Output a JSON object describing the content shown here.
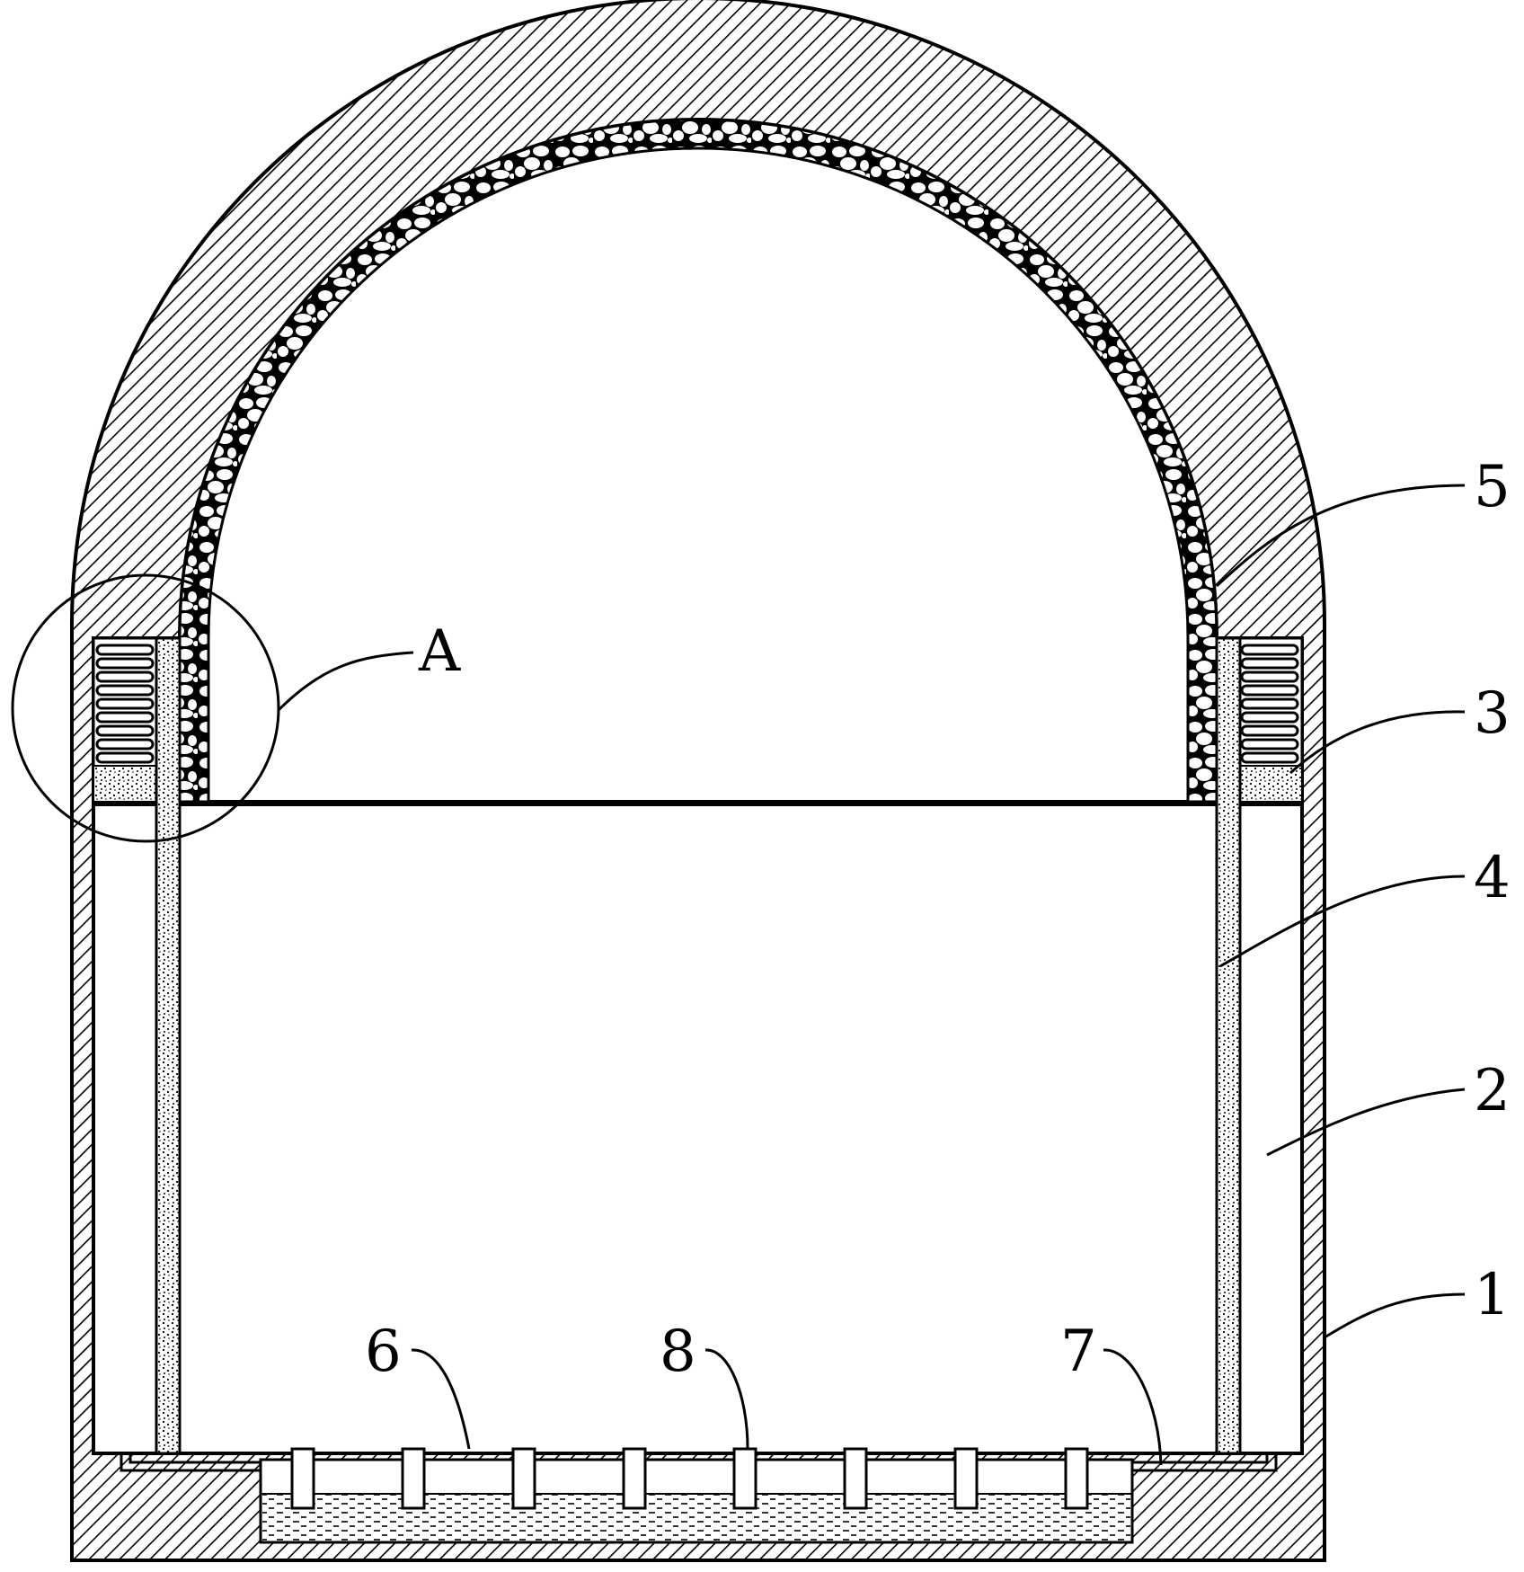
{
  "labels": {
    "one": "1",
    "two": "2",
    "three": "3",
    "four": "4",
    "five": "5",
    "six": "6",
    "seven": "7",
    "eight": "8",
    "detail_a": "A"
  },
  "colors": {
    "ink": "#000000",
    "paper": "#ffffff"
  }
}
